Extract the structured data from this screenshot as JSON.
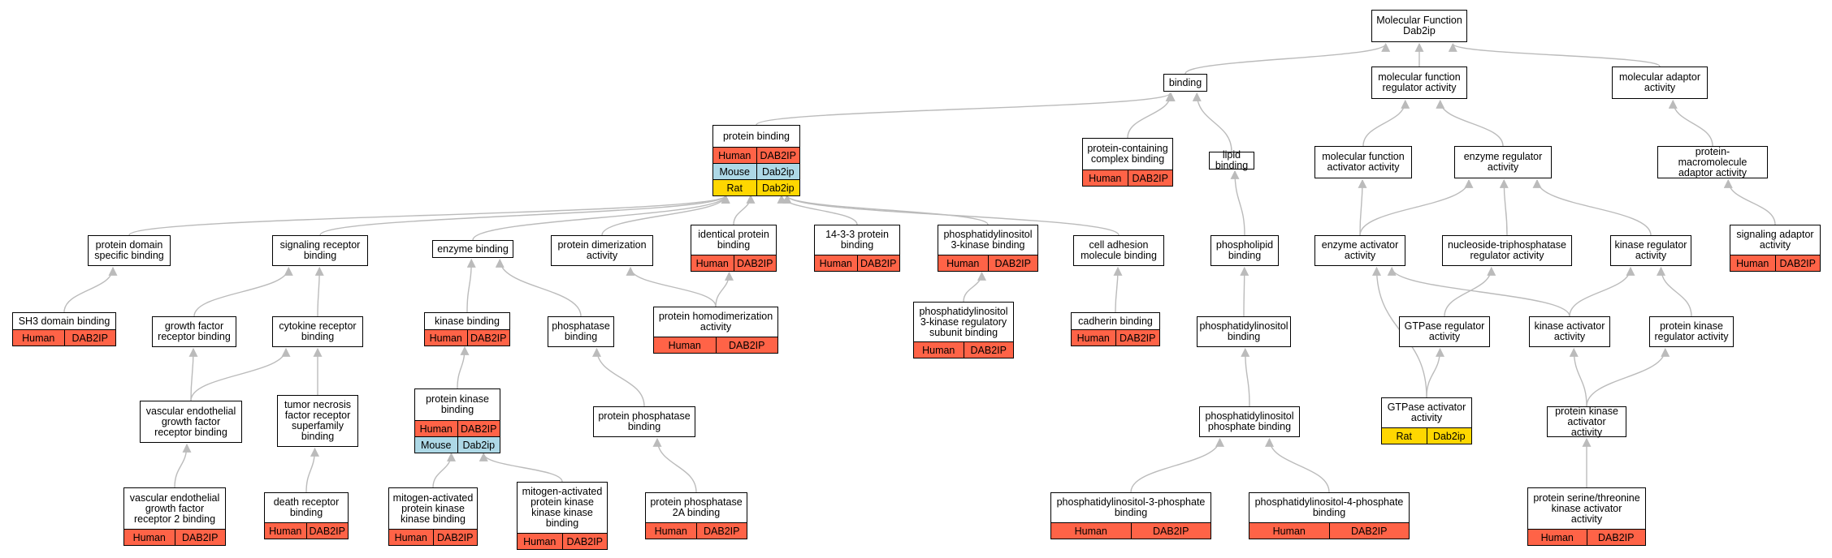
{
  "colors": {
    "human": "#ff6347",
    "mouse": "#add8e6",
    "rat": "#ffd700",
    "edge": "#bbbbbb"
  },
  "nodes": [
    {
      "id": "mf",
      "label": "Molecular Function\nDab2ip",
      "rows": []
    },
    {
      "id": "binding",
      "label": "binding",
      "rows": []
    },
    {
      "id": "mfreg",
      "label": "molecular function\nregulator activity",
      "rows": []
    },
    {
      "id": "adaptor",
      "label": "molecular adaptor\nactivity",
      "rows": []
    },
    {
      "id": "protbind",
      "label": "protein binding",
      "rows": [
        {
          "org": "Human",
          "gene": "DAB2IP"
        },
        {
          "org": "Mouse",
          "gene": "Dab2ip"
        },
        {
          "org": "Rat",
          "gene": "Dab2ip"
        }
      ]
    },
    {
      "id": "complex",
      "label": "protein-containing\ncomplex binding",
      "rows": [
        {
          "org": "Human",
          "gene": "DAB2IP"
        }
      ]
    },
    {
      "id": "lipid",
      "label": "lipid binding",
      "rows": []
    },
    {
      "id": "mfact",
      "label": "molecular function\nactivator activity",
      "rows": []
    },
    {
      "id": "enzreg",
      "label": "enzyme regulator\nactivity",
      "rows": []
    },
    {
      "id": "protmacro",
      "label": "protein-macromolecule\nadaptor activity",
      "rows": []
    },
    {
      "id": "sigadapt",
      "label": "signaling adaptor\nactivity",
      "rows": [
        {
          "org": "Human",
          "gene": "DAB2IP"
        }
      ]
    },
    {
      "id": "domain",
      "label": "protein domain\nspecific binding",
      "rows": []
    },
    {
      "id": "sigrec",
      "label": "signaling receptor\nbinding",
      "rows": []
    },
    {
      "id": "enzbind",
      "label": "enzyme binding",
      "rows": []
    },
    {
      "id": "dimer",
      "label": "protein dimerization\nactivity",
      "rows": []
    },
    {
      "id": "identical",
      "label": "identical protein\nbinding",
      "rows": [
        {
          "org": "Human",
          "gene": "DAB2IP"
        }
      ]
    },
    {
      "id": "1433",
      "label": "14-3-3 protein\nbinding",
      "rows": [
        {
          "org": "Human",
          "gene": "DAB2IP"
        }
      ]
    },
    {
      "id": "pi3k",
      "label": "phosphatidylinositol\n3-kinase binding",
      "rows": [
        {
          "org": "Human",
          "gene": "DAB2IP"
        }
      ]
    },
    {
      "id": "cadh",
      "label": "cell adhesion\nmolecule binding",
      "rows": []
    },
    {
      "id": "phospholipid",
      "label": "phospholipid\nbinding",
      "rows": []
    },
    {
      "id": "enzact",
      "label": "enzyme activator\nactivity",
      "rows": []
    },
    {
      "id": "ntpase",
      "label": "nucleoside-triphosphatase\nregulator activity",
      "rows": []
    },
    {
      "id": "kinreg",
      "label": "kinase regulator\nactivity",
      "rows": []
    },
    {
      "id": "sh3",
      "label": "SH3 domain binding",
      "rows": [
        {
          "org": "Human",
          "gene": "DAB2IP"
        }
      ]
    },
    {
      "id": "gfr",
      "label": "growth factor\nreceptor binding",
      "rows": []
    },
    {
      "id": "cytok",
      "label": "cytokine receptor\nbinding",
      "rows": []
    },
    {
      "id": "kinbind",
      "label": "kinase binding",
      "rows": [
        {
          "org": "Human",
          "gene": "DAB2IP"
        }
      ]
    },
    {
      "id": "phosbind",
      "label": "phosphatase\nbinding",
      "rows": []
    },
    {
      "id": "homodimer",
      "label": "protein homodimerization\nactivity",
      "rows": [
        {
          "org": "Human",
          "gene": "DAB2IP"
        }
      ]
    },
    {
      "id": "pi3kreg",
      "label": "phosphatidylinositol\n3-kinase regulatory\nsubunit binding",
      "rows": [
        {
          "org": "Human",
          "gene": "DAB2IP"
        }
      ]
    },
    {
      "id": "cadbind",
      "label": "cadherin binding",
      "rows": [
        {
          "org": "Human",
          "gene": "DAB2IP"
        }
      ]
    },
    {
      "id": "pibind",
      "label": "phosphatidylinositol\nbinding",
      "rows": []
    },
    {
      "id": "gtpreg",
      "label": "GTPase regulator\nactivity",
      "rows": []
    },
    {
      "id": "kinact",
      "label": "kinase activator\nactivity",
      "rows": []
    },
    {
      "id": "pkreg",
      "label": "protein kinase\nregulator activity",
      "rows": []
    },
    {
      "id": "vegf",
      "label": "vascular endothelial\ngrowth factor\nreceptor binding",
      "rows": []
    },
    {
      "id": "tnf",
      "label": "tumor necrosis\nfactor receptor\nsuperfamily\nbinding",
      "rows": []
    },
    {
      "id": "pkbind",
      "label": "protein kinase\nbinding",
      "rows": [
        {
          "org": "Human",
          "gene": "DAB2IP"
        },
        {
          "org": "Mouse",
          "gene": "Dab2ip"
        }
      ]
    },
    {
      "id": "ppbind",
      "label": "protein phosphatase\nbinding",
      "rows": []
    },
    {
      "id": "pipbind",
      "label": "phosphatidylinositol\nphosphate binding",
      "rows": []
    },
    {
      "id": "gtpact",
      "label": "GTPase activator\nactivity",
      "rows": [
        {
          "org": "Rat",
          "gene": "Dab2ip"
        }
      ]
    },
    {
      "id": "pkact",
      "label": "protein kinase\nactivator activity",
      "rows": []
    },
    {
      "id": "vegf2",
      "label": "vascular endothelial\ngrowth factor\nreceptor 2 binding",
      "rows": [
        {
          "org": "Human",
          "gene": "DAB2IP"
        }
      ]
    },
    {
      "id": "death",
      "label": "death receptor\nbinding",
      "rows": [
        {
          "org": "Human",
          "gene": "DAB2IP"
        }
      ]
    },
    {
      "id": "mapk",
      "label": "mitogen-activated\nprotein kinase\nkinase binding",
      "rows": [
        {
          "org": "Human",
          "gene": "DAB2IP"
        }
      ]
    },
    {
      "id": "mapkkk",
      "label": "mitogen-activated\nprotein kinase\nkinase kinase\nbinding",
      "rows": [
        {
          "org": "Human",
          "gene": "DAB2IP"
        }
      ]
    },
    {
      "id": "pp2a",
      "label": "protein phosphatase\n2A binding",
      "rows": [
        {
          "org": "Human",
          "gene": "DAB2IP"
        }
      ]
    },
    {
      "id": "pi3p",
      "label": "phosphatidylinositol-3-phosphate\nbinding",
      "rows": [
        {
          "org": "Human",
          "gene": "DAB2IP"
        }
      ]
    },
    {
      "id": "pi4p",
      "label": "phosphatidylinositol-4-phosphate\nbinding",
      "rows": [
        {
          "org": "Human",
          "gene": "DAB2IP"
        }
      ]
    },
    {
      "id": "stkact",
      "label": "protein serine/threonine\nkinase activator\nactivity",
      "rows": [
        {
          "org": "Human",
          "gene": "DAB2IP"
        }
      ]
    }
  ],
  "edges": [
    [
      "binding",
      "mf"
    ],
    [
      "mfreg",
      "mf"
    ],
    [
      "adaptor",
      "mf"
    ],
    [
      "protbind",
      "binding"
    ],
    [
      "complex",
      "binding"
    ],
    [
      "lipid",
      "binding"
    ],
    [
      "mfact",
      "mfreg"
    ],
    [
      "enzreg",
      "mfreg"
    ],
    [
      "protmacro",
      "adaptor"
    ],
    [
      "sigadapt",
      "protmacro"
    ],
    [
      "domain",
      "protbind"
    ],
    [
      "sigrec",
      "protbind"
    ],
    [
      "enzbind",
      "protbind"
    ],
    [
      "dimer",
      "protbind"
    ],
    [
      "identical",
      "protbind"
    ],
    [
      "1433",
      "protbind"
    ],
    [
      "pi3k",
      "protbind"
    ],
    [
      "cadh",
      "protbind"
    ],
    [
      "phospholipid",
      "lipid"
    ],
    [
      "enzact",
      "mfact"
    ],
    [
      "enzact",
      "enzreg"
    ],
    [
      "ntpase",
      "enzreg"
    ],
    [
      "kinreg",
      "enzreg"
    ],
    [
      "sh3",
      "domain"
    ],
    [
      "gfr",
      "sigrec"
    ],
    [
      "cytok",
      "sigrec"
    ],
    [
      "kinbind",
      "enzbind"
    ],
    [
      "phosbind",
      "enzbind"
    ],
    [
      "homodimer",
      "dimer"
    ],
    [
      "homodimer",
      "identical"
    ],
    [
      "pi3kreg",
      "pi3k"
    ],
    [
      "cadbind",
      "cadh"
    ],
    [
      "pibind",
      "phospholipid"
    ],
    [
      "gtpreg",
      "ntpase"
    ],
    [
      "kinact",
      "enzact"
    ],
    [
      "kinact",
      "kinreg"
    ],
    [
      "pkreg",
      "kinreg"
    ],
    [
      "vegf",
      "gfr"
    ],
    [
      "vegf",
      "cytok"
    ],
    [
      "tnf",
      "cytok"
    ],
    [
      "pkbind",
      "kinbind"
    ],
    [
      "ppbind",
      "phosbind"
    ],
    [
      "pipbind",
      "pibind"
    ],
    [
      "gtpact",
      "gtpreg"
    ],
    [
      "gtpact",
      "enzact"
    ],
    [
      "pkact",
      "kinact"
    ],
    [
      "pkact",
      "pkreg"
    ],
    [
      "vegf2",
      "vegf"
    ],
    [
      "death",
      "tnf"
    ],
    [
      "mapk",
      "pkbind"
    ],
    [
      "mapkkk",
      "pkbind"
    ],
    [
      "pp2a",
      "ppbind"
    ],
    [
      "pi3p",
      "pipbind"
    ],
    [
      "pi4p",
      "pipbind"
    ],
    [
      "stkact",
      "pkact"
    ]
  ]
}
